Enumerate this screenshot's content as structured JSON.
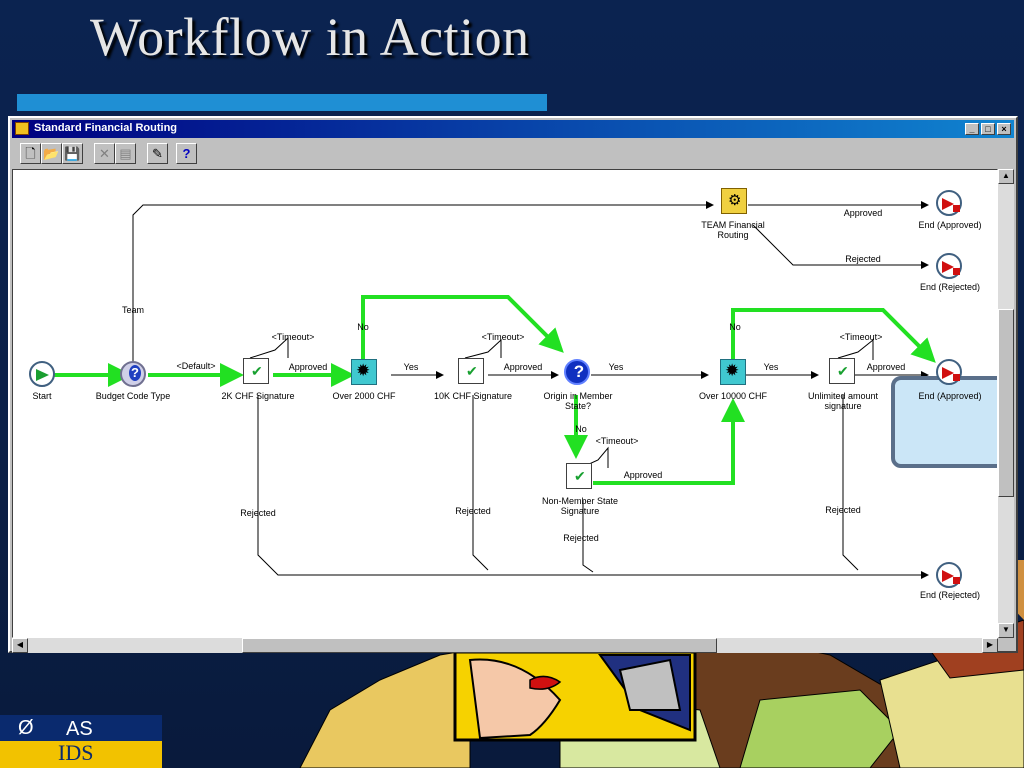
{
  "slide": {
    "title": "Workflow in Action"
  },
  "logo": {
    "top": "AS",
    "bottom": "IDS"
  },
  "window": {
    "title": "Standard Financial Routing",
    "controls": [
      "_",
      "□",
      "×"
    ],
    "toolbar": [
      {
        "name": "new-icon",
        "glyph": "🗋"
      },
      {
        "name": "open-icon",
        "glyph": "📂"
      },
      {
        "name": "save-icon",
        "glyph": "💾"
      },
      {
        "name": "delete-icon",
        "glyph": "✕"
      },
      {
        "name": "properties-icon",
        "glyph": "▤"
      },
      {
        "name": "wand-icon",
        "glyph": "✎"
      },
      {
        "name": "help-icon",
        "glyph": "?"
      }
    ]
  },
  "workflow": {
    "nodes": {
      "start": "Start",
      "budget_code_type": "Budget Code Type",
      "sig_2k": "2K CHF Signature",
      "over_2000": "Over 2000 CHF",
      "sig_10k": "10K CHF Signature",
      "origin_member": "Origin in Member State?",
      "over_10000": "Over 10000 CHF",
      "unlimited": "Unlimited amount signature",
      "end_approved_main": "End (Approved)",
      "team_routing": "TEAM Financial Routing",
      "end_approved_team": "End (Approved)",
      "end_rejected_team": "End (Rejected)",
      "non_member": "Non-Member State Signature",
      "end_rejected_bottom": "End (Rejected)"
    },
    "edge_labels": {
      "team": "Team",
      "default": "<Default>",
      "approved": "Approved",
      "rejected": "Rejected",
      "timeout": "<Timeout>",
      "yes": "Yes",
      "no": "No"
    }
  }
}
